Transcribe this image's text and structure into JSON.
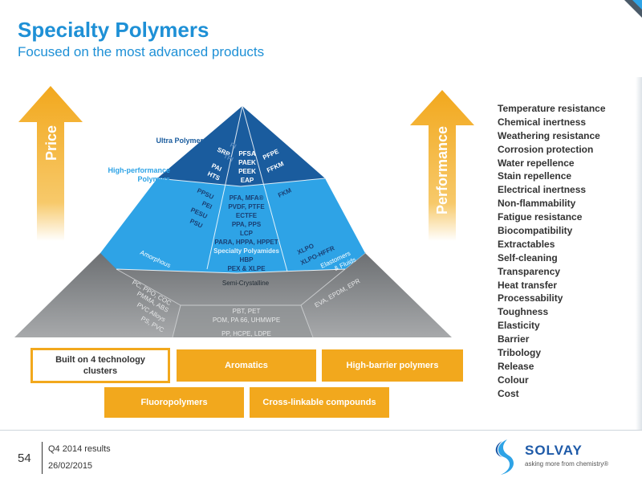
{
  "header": {
    "title": "Specialty Polymers",
    "subtitle": "Focused on the most advanced products"
  },
  "arrows": {
    "left_label": "Price",
    "right_label": "Performance",
    "color": "#f2a81d"
  },
  "pyramid": {
    "tiers": {
      "ultra": "Ultra Polymers",
      "high_performance": "High-performance Polymers"
    },
    "ultra": {
      "left": [
        "SRP",
        "PI",
        "TPI",
        "PAI",
        "HTS"
      ],
      "center": [
        "PFSA",
        "PAEK",
        "PEEK",
        "EAP"
      ],
      "right": [
        "PFPE",
        "FFKM"
      ]
    },
    "high_performance": {
      "left": [
        "PPSU",
        "PEI",
        "PESU",
        "PSU"
      ],
      "center": [
        "PFA, MFA®",
        "PVDF, PTFE",
        "ECTFE",
        "PPA, PPS",
        "LCP",
        "PARA, HPPA, HPPET",
        "Specialty Polyamides",
        "HBP",
        "PEX & XLPE"
      ],
      "right": [
        "FKM",
        "XLPO",
        "XLPO-HFFR"
      ]
    },
    "base": {
      "amorphous": "Amorphous",
      "semi_crystalline": "Semi-Crystalline",
      "elastomers": "Elastomers & Fluids",
      "left": [
        "PC, PPO, COC",
        "PMMA, ABS",
        "PVC Alloys",
        "PS, PVC"
      ],
      "center": [
        "PBT, PET",
        "POM, PA 66, UHMWPE",
        "PP, HCPE, LDPE"
      ],
      "right": "EVA, EPDM, EPR"
    },
    "colors": {
      "ultra": "#1a5c9e",
      "high": "#2ea3e6",
      "base": "#8a8d90"
    }
  },
  "clusters": {
    "built_on": "Built on 4 technology clusters",
    "aromatics": "Aromatics",
    "barrier": "High-barrier polymers",
    "fluoro": "Fluoropolymers",
    "crosslinkable": "Cross-linkable compounds"
  },
  "properties": [
    "Temperature resistance",
    "Chemical inertness",
    "Weathering resistance",
    "Corrosion protection",
    "Water repellence",
    "Stain repellence",
    "Electrical inertness",
    "Non-flammability",
    "Fatigue resistance",
    "Biocompatibility",
    "Extractables",
    "Self-cleaning",
    "Transparency",
    "Heat transfer",
    "Processability",
    "Toughness",
    "Elasticity",
    "Barrier",
    "Tribology",
    "Release",
    "Colour",
    "Cost"
  ],
  "footer": {
    "page": "54",
    "results": "Q4 2014 results",
    "date": "26/02/2015",
    "brand": "SOLVAY",
    "tagline": "asking more from chemistry®"
  }
}
